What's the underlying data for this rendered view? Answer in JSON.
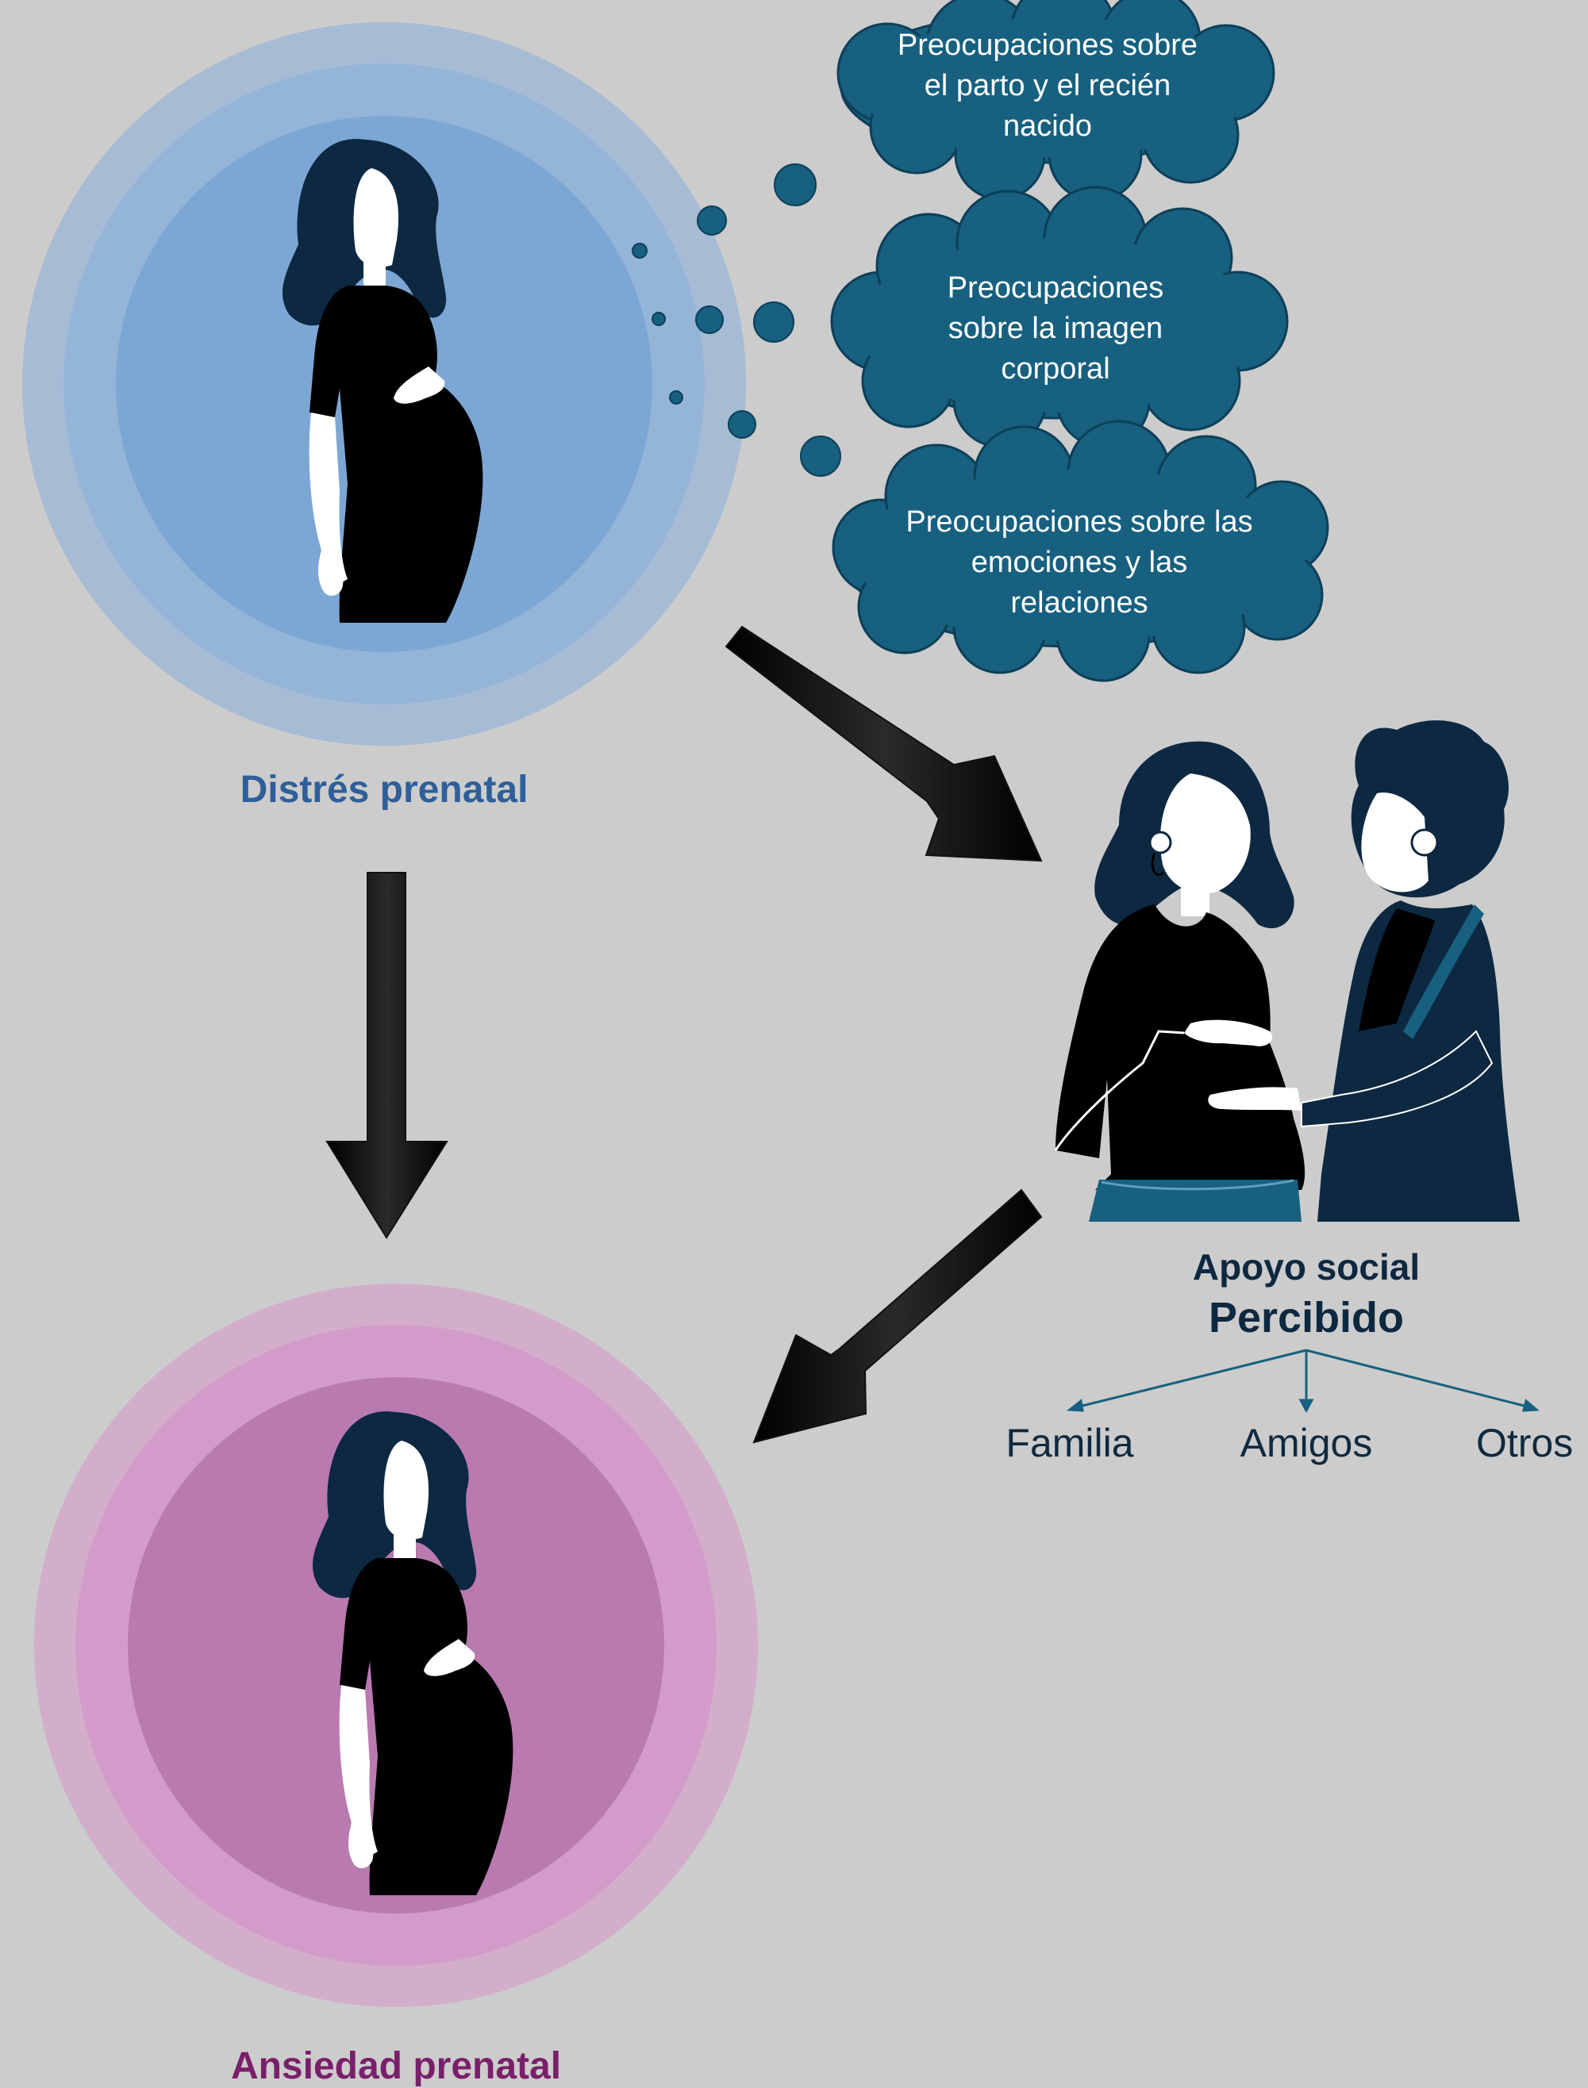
{
  "concerns": [
    "Preocupaciones sobre\nel parto y el recién\nnacido",
    "Preocupaciones\nsobre la imagen\ncorporal",
    "Preocupaciones sobre las\nemociones y las\nrelaciones"
  ],
  "distress_label": "Distrés prenatal",
  "anxiety_label": "Ansiedad prenatal",
  "support_label_line1": "Apoyo social",
  "support_label_line2": "Percibido",
  "support_types": [
    "Familia",
    "Amigos",
    "Otros"
  ],
  "colors": {
    "background": "#cccccc",
    "cloud": "#17607f",
    "navy": "#0d2841",
    "distress_text": "#2e5f9a",
    "anxiety_text": "#7a1f6a",
    "blue_outer": "#a6bcd5",
    "blue_mid": "#94b5d8",
    "blue_inner": "#7ca7d4",
    "pink_outer": "#d3aecb",
    "pink_mid": "#d39bca",
    "pink_inner": "#b97ab0"
  }
}
